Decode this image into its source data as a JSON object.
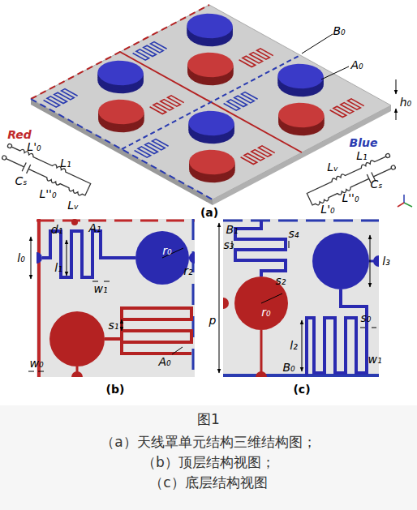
{
  "diagram": {
    "labels": [
      "B₀",
      "A₀",
      "h₀",
      "Red",
      "Blue",
      "L'₀",
      "L₁",
      "Cₛ",
      "L''₀",
      "Lᵥ",
      "L₁",
      "Lᵥ",
      "L'₀",
      "Cₛ",
      "L''₀",
      "(a)",
      "d₁",
      "A₁",
      "l₀",
      "l₁",
      "w₁",
      "r₀",
      "r₂",
      "s₁",
      "A₀",
      "w₀",
      "(b)",
      "B₁",
      "s₄",
      "s₃",
      "s₂",
      "l₃",
      "p",
      "r₀",
      "l₂",
      "s₀",
      "w₁",
      "B₀",
      "(c)",
      "图1",
      "（a）天线罩单元结构三维结构图；",
      "（b）顶层结构视图；",
      "（c）底层结构视图"
    ]
  }
}
